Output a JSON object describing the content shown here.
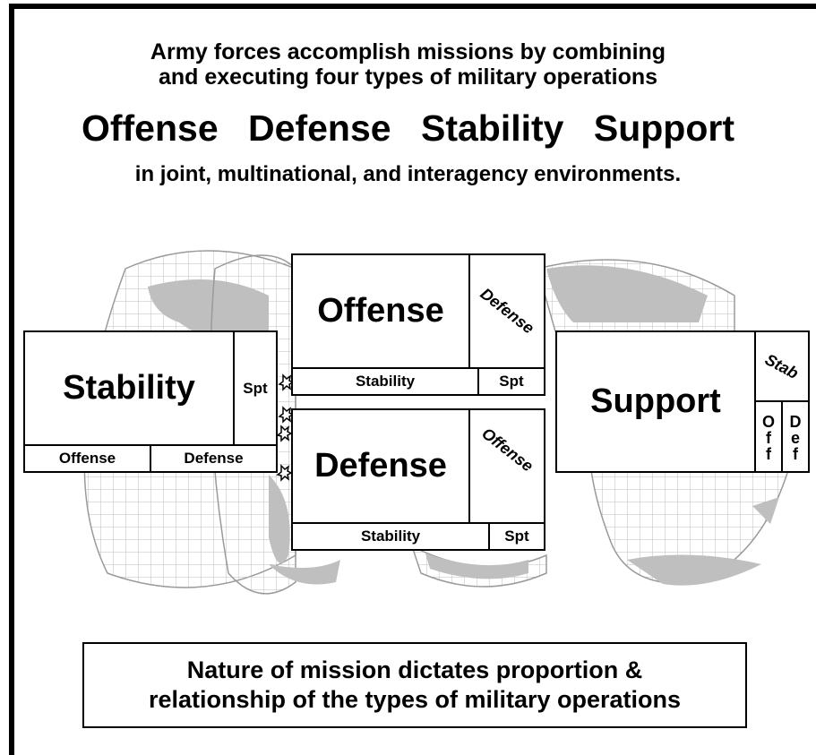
{
  "heading": {
    "line1": "Army forces accomplish missions by combining",
    "line2": "and executing four types of military operations",
    "types": [
      "Offense",
      "Defense",
      "Stability",
      "Support"
    ],
    "environments": "in joint, multinational, and interagency environments."
  },
  "boxes": {
    "stability": {
      "main": "Stability",
      "side": "Spt",
      "bottom_left": "Offense",
      "bottom_right": "Defense"
    },
    "offense": {
      "main": "Offense",
      "side": "Defense",
      "bottom_left": "Stability",
      "bottom_right": "Spt"
    },
    "defense": {
      "main": "Defense",
      "side": "Offense",
      "bottom_left": "Stability",
      "bottom_right": "Spt"
    },
    "support": {
      "main": "Support",
      "side_top": "Stab",
      "side_left": "Off",
      "side_right": "Def"
    }
  },
  "caption": {
    "line1": "Nature of mission dictates proportion &",
    "line2": "relationship of the types of military operations"
  }
}
